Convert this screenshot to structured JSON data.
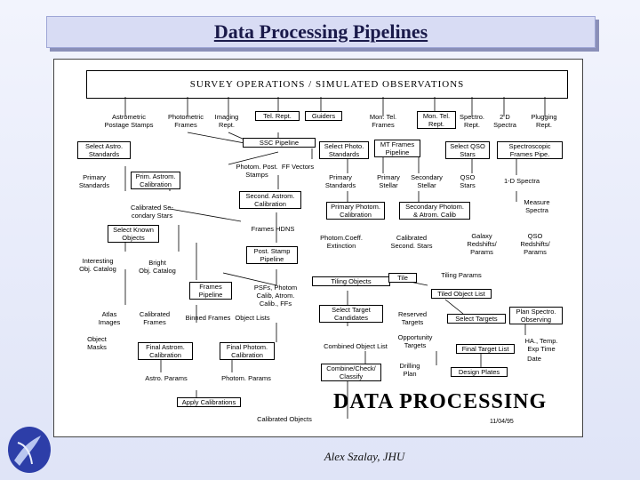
{
  "slide": {
    "title": "Data Processing Pipelines",
    "footer": "Alex Szalay, JHU"
  },
  "diagram": {
    "banner": "SURVEY OPERATIONS / SIMULATED OBSERVATIONS",
    "big_title": "DATA PROCESSING",
    "date": "11/04/95",
    "nodes": {
      "astrometric_postage": "Astrometric\nPostage Stamps",
      "photometric_frames": "Photometric\nFrames",
      "imaging_rept": "Imaging\nRept.",
      "tel_rept": "Tel. Rept.",
      "guiders": "Guiders",
      "mon_tel_frames": "Mon. Tel.\nFrames",
      "mon_tel_rept": "Mon. Tel.\nRept.",
      "spectro_rept": "Spectro.\nRept.",
      "two_d_spectra": "2 D\nSpectra",
      "plugging_rept": "Plugging\nRept.",
      "select_astro_standards": "Select Astro.\nStandards",
      "ssc_pipeline": "SSC Pipeline",
      "select_photo_standards": "Select Photo.\nStandards",
      "mt_frames_pipeline": "MT Frames\nPipeline",
      "select_qso_stars": "Select QSO\nStars",
      "spectroscopic_frames_pipe": "Spectroscopic\nFrames Pipe.",
      "primary_standards_left": "Primary\nStandards",
      "prim_astrom_calibration": "Prim. Astrom.\nCalibration",
      "photom_post_stamps": "Photom. Post.\nStamps",
      "ff_vectors": "FF Vectors",
      "primary_standards_mid": "Primary\nStandards",
      "primary_stellar": "Primary\nStellar",
      "secondary_stellar": "Secondary\nStellar",
      "qso_stars": "QSO\nStars",
      "one_d_spectra": "1-D Spectra",
      "calibrated_secondary_stars": "Calibrated Se-\ncondary Stars",
      "second_astrom_calibration": "Second. Astrom.\nCalibration",
      "primary_photom_calibration": "Primary Photom.\nCalibration",
      "secondary_photom_astrom_calib": "Secondary Photom.\n& Atrom. Calib",
      "measure_spectra": "Measure\nSpectra",
      "select_known_objects": "Select Known\nObjects",
      "frames_hdns": "Frames HDNS",
      "photom_coeff_extinction": "Photom.Coeff.\nExtinction",
      "calibrated_second_stars": "Calibrated\nSecond. Stars",
      "galaxy_redshifts": "Galaxy\nRedshifts/\nParams",
      "qso_redshifts": "QSO\nRedshifts/\nParams",
      "post_stamp_pipeline": "Post. Stamp\nPipeline",
      "interesting_obj_catalog": "Interesting\nObj. Catalog",
      "bright_obj_catalog": "Bright\nObj. Catalog",
      "tiling_params": "Tiling Params",
      "tiling_objects": "Tiling Objects",
      "tile": "Tile",
      "frames_pipeline": "Frames\nPipeline",
      "psfs_photom_calib": "PSFs, Photom\nCalib, Atrom.\nCalib., FFs",
      "tiled_object_list": "Tiled Object List",
      "atlas_images": "Atlas\nImages",
      "calibrated_frames": "Calibrated\nFrames",
      "binned_frames": "Binned Frames",
      "object_lists": "Object Lists",
      "select_target_candidates": "Select Target\nCandidates",
      "reserved_targets": "Reserved\nTargets",
      "select_targets": "Select Targets",
      "plan_spectro_observing": "Plan Spectro.\nObserving",
      "object_masks": "Object\nMasks",
      "final_astrom_calibration": "Final Astrom.\nCalibration",
      "final_photom_calibration": "Final Photom.\nCalibration",
      "combined_object_list": "Combined Object List",
      "opportunity_targets": "Opportunity\nTargets",
      "final_target_list": "Final Target List",
      "ha_temp_exp_time": "HA., Temp.\nExp Time",
      "date_label": "Date",
      "astro_params": "Astro. Params",
      "photom_params": "Photom. Params",
      "combine_check_classify": "Combine/Check/\nClassify",
      "drilling_plan": "Drilling\nPlan",
      "design_plates": "Design Plates",
      "apply_calibrations": "Apply Calibrations",
      "calibrated_objects": "Calibrated Objects"
    }
  }
}
